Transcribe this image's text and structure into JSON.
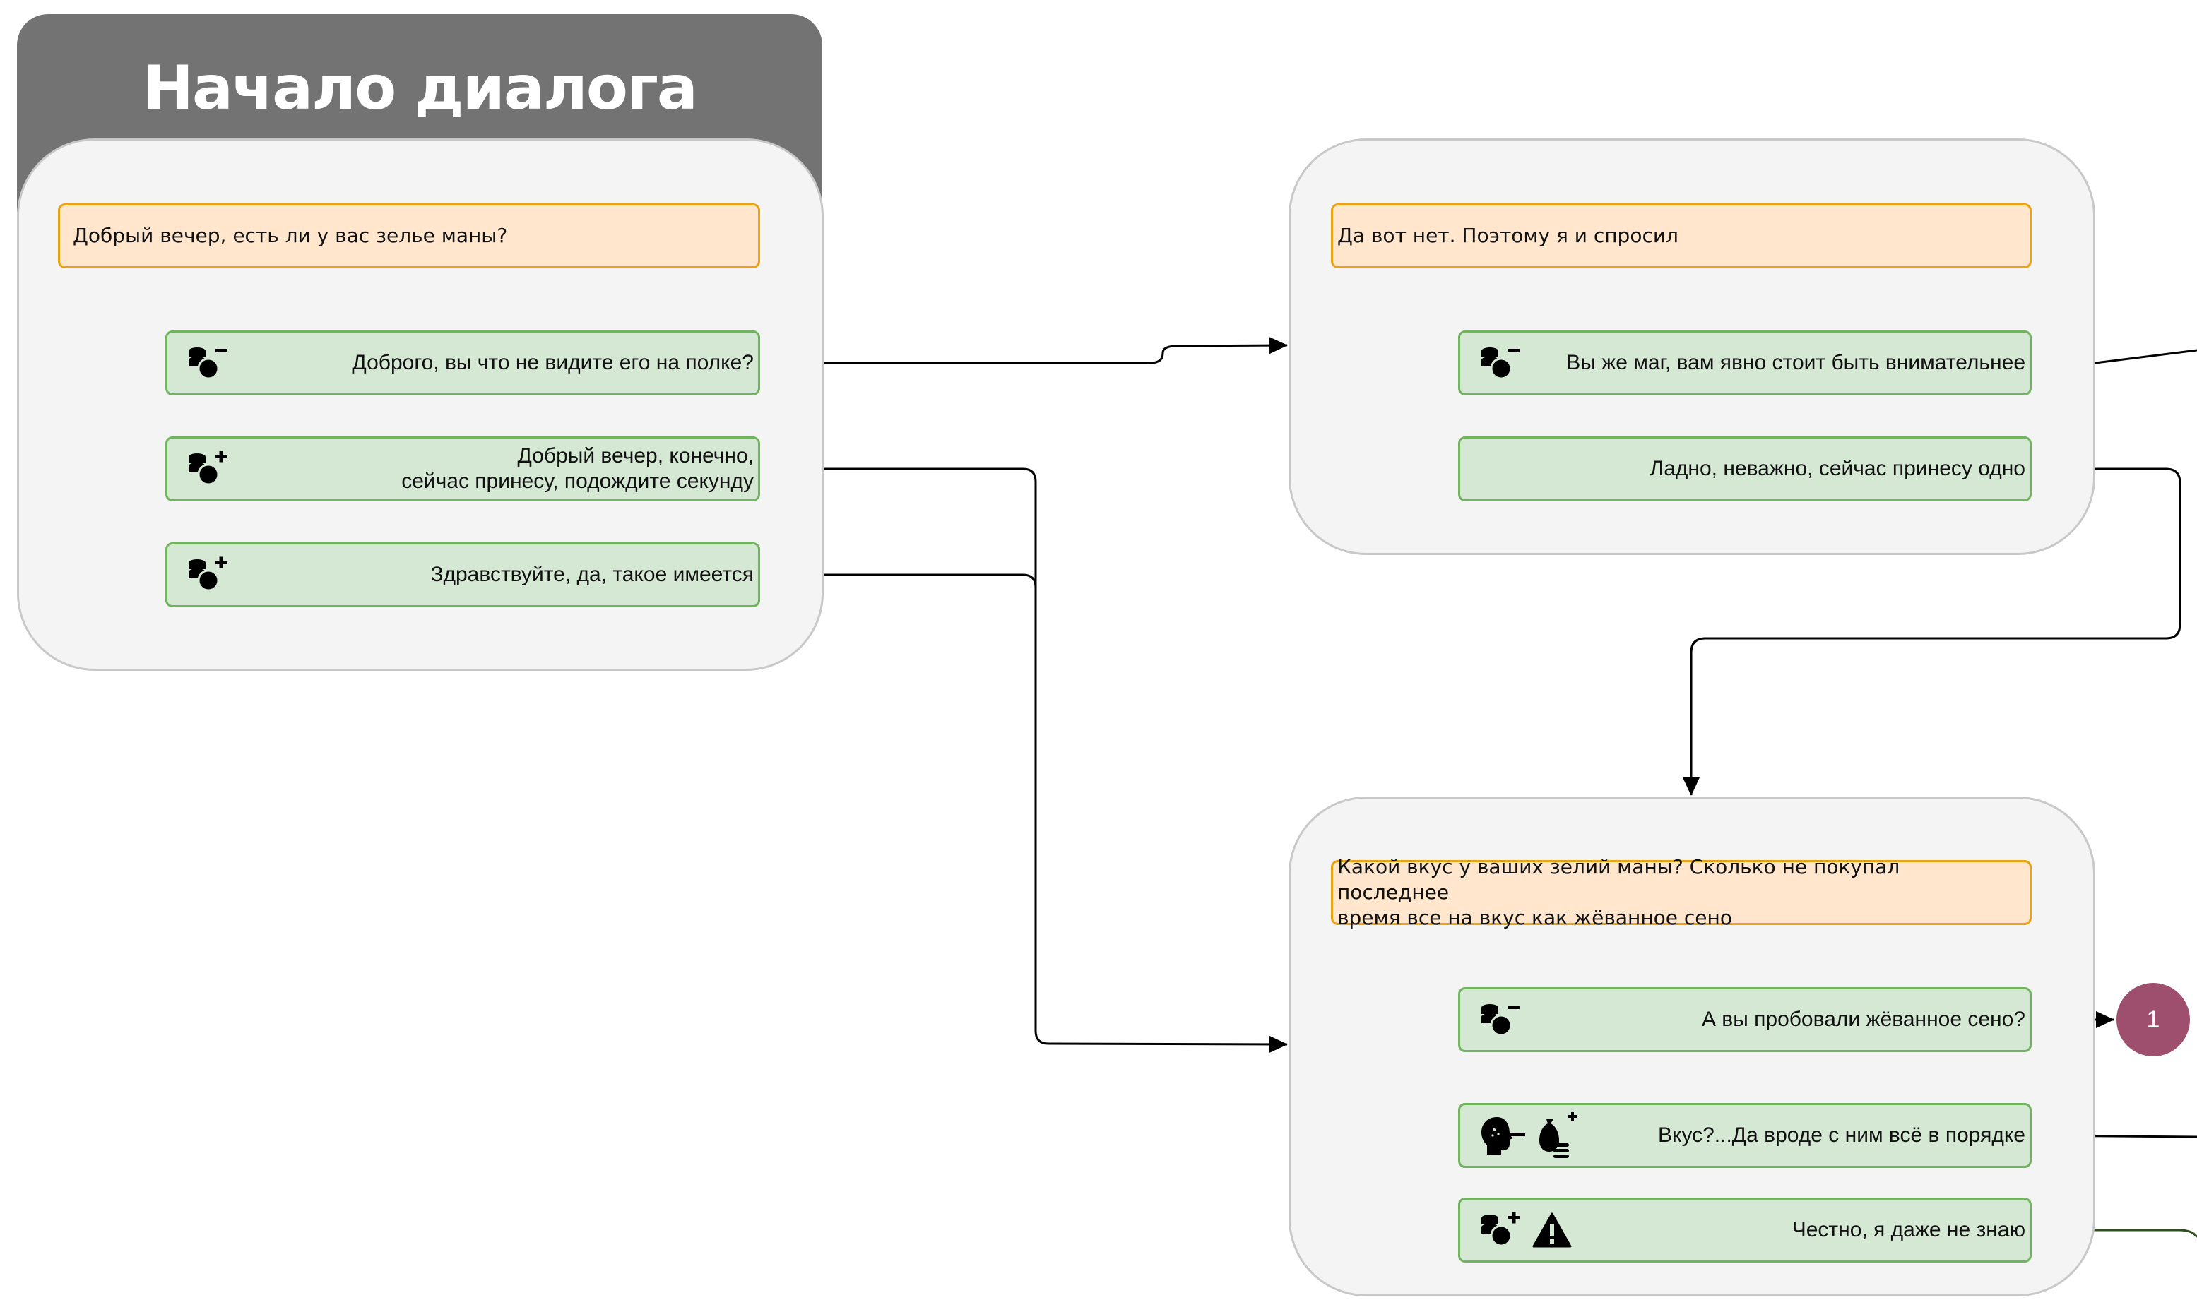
{
  "title": "Начало диалога",
  "blocks": [
    {
      "npc": "Добрый вечер, есть ли у вас зелье маны?",
      "answers": [
        {
          "text": "Доброго, вы что не видите его на полке?",
          "icons": [
            "coins-minus-icon"
          ]
        },
        {
          "text": "Добрый вечер, конечно,\nсейчас принесу, подождите секунду",
          "icons": [
            "coins-plus-icon"
          ]
        },
        {
          "text": "Здравствуйте, да, такое имеется",
          "icons": [
            "coins-plus-icon"
          ]
        }
      ]
    },
    {
      "npc": "Да вот нет. Поэтому я и спросил",
      "answers": [
        {
          "text": "Вы же маг, вам явно стоит быть внимательнее",
          "icons": [
            "coins-minus-icon"
          ]
        },
        {
          "text": "Ладно, неважно, сейчас принесу одно",
          "icons": []
        }
      ]
    },
    {
      "npc": "Какой вкус у ваших зелий маны? Сколько не покупал последнее\nвремя все на вкус как жёванное сено",
      "answers": [
        {
          "text": "А вы пробовали жёванное сено?",
          "icons": [
            "coins-minus-icon"
          ]
        },
        {
          "text": "Вкус?...Да вроде с ним всё в порядке",
          "icons": [
            "liar-nose-icon",
            "money-bag-plus-icon"
          ]
        },
        {
          "text": "Честно, я даже не знаю",
          "icons": [
            "coins-plus-icon",
            "warning-icon"
          ]
        }
      ]
    }
  ],
  "reference_marker": "1",
  "colors": {
    "header": "#737373",
    "container_fill": "#f4f4f4",
    "npc_fill": "#ffe6cc",
    "npc_border": "#e8a214",
    "answer_fill": "#d5e8d4",
    "answer_border": "#71b35f",
    "marker": "#9e4f6e"
  }
}
